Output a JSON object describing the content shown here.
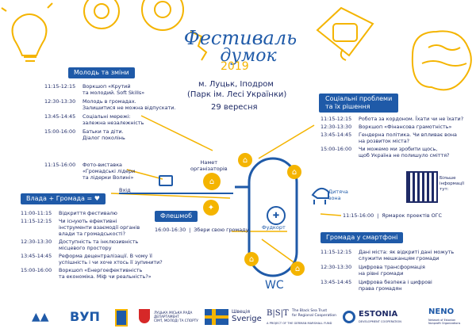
{
  "title": {
    "line1": "Фестиваль",
    "line2": "думок",
    "year": "2019"
  },
  "venue": {
    "city": "м. Луцьк, Іподром",
    "park": "(Парк ім. Лесі Українки)",
    "date": "29 вересня"
  },
  "sections": {
    "molod": {
      "header": "Молодь та зміни",
      "items": [
        {
          "time": "11:15-12:15",
          "text": "Воркшоп «Крутий\nта молодий. Soft Skills»"
        },
        {
          "time": "12:30-13:30",
          "text": "Молодь в громадах.\nЗалишитися не можна відпускати."
        },
        {
          "time": "13:45-14:45",
          "text": "Соціальні мережі:\nзалежна незалежність"
        },
        {
          "time": "15:00-16:00",
          "text": "Батьки та діти.\nДіалог поколінь"
        }
      ]
    },
    "photo": {
      "time": "11:15-16:00",
      "text": "Фото-виставка\n«Громадські лідери\nта лідерки Волині»"
    },
    "vlada": {
      "header": "Влада + Громада = ♥",
      "items": [
        {
          "time": "11:00-11:15",
          "text": "Відкриття фестивалю"
        },
        {
          "time": "11:15-12:15",
          "text": "Чи існують ефективні\nінструменти взаємодії органів\nвлади та громадськості?"
        },
        {
          "time": "12:30-13:30",
          "text": "Доступність та інклюзивність\nмісцевого простору"
        },
        {
          "time": "13:45-14:45",
          "text": "Реформа децентралізації. В чому її\nуспішність і чи хоче хтось її зупинити?"
        },
        {
          "time": "15:00-16:00",
          "text": "Воркшоп «Енергоефективність\nта економіка. Міф чи реальність?»"
        }
      ]
    },
    "fleshmob": {
      "header": "Флешмоб",
      "time": "16:00-16:30",
      "text": "Збери свою громаду"
    },
    "social": {
      "header": "Соціальні проблеми\nта їх рішення",
      "items": [
        {
          "time": "11:15-12:15",
          "text": "Робота за кордоном. Їхати чи не їхати?"
        },
        {
          "time": "12:30-13:30",
          "text": "Воркшоп «Фінансова грамотність»"
        },
        {
          "time": "13:45-14:45",
          "text": "Гендерна політика. Чи впливає вона\nна розвиток міста?"
        },
        {
          "time": "15:00-16:00",
          "text": "Чи можемо ми зробити щось,\nщоб Україна не полишуло сміття?"
        }
      ]
    },
    "yarmarok": {
      "time": "11:15-16:00",
      "text": "Ярмарок проектів ОГС"
    },
    "smart": {
      "header": "Громада у смартфоні",
      "items": [
        {
          "time": "11:15-12:15",
          "text": "Дані міста: як відкриті дані можуть\nслужити мешканцям громади"
        },
        {
          "time": "12:30-13:30",
          "text": "Цифрова трансформація\nна рівні громади"
        },
        {
          "time": "13:45-14:45",
          "text": "Цифрова безпека і цифрові\nправа громадян"
        }
      ]
    }
  },
  "map": {
    "namet": "Намет\nорганізаторів",
    "vkhid": "Вхід",
    "dytyacha": "Дитяча\nзона",
    "fudkort": "Фудкорт",
    "wc": "WC",
    "qr_text": "Більше\nінформації\nтут:"
  },
  "logos": {
    "vup": "ВУП",
    "luck": "ЛУЦЬКА МІСЬКА РАДА\nДЕПАРТАМЕНТ\nСІМ'Ї, МОЛОДІ ТА СПОРТУ",
    "sweden1": "Швеція",
    "sweden2": "Sverige",
    "bst": "B|S|T",
    "bst_text": "The Black Sea Trust\nfor Regional Cooperation",
    "bst_sub": "A PROJECT OF THE GERMAN MARSHALL FUND",
    "estonia": "ESTONIA",
    "estonia_sub": "DEVELOPMENT COOPERATION",
    "neno": "NENO",
    "neno_sub": "Network of Estonian\nNonprofit Organizations"
  },
  "colors": {
    "accent": "#f4b400",
    "blue": "#1f5aa8",
    "navy": "#1e2a66"
  }
}
